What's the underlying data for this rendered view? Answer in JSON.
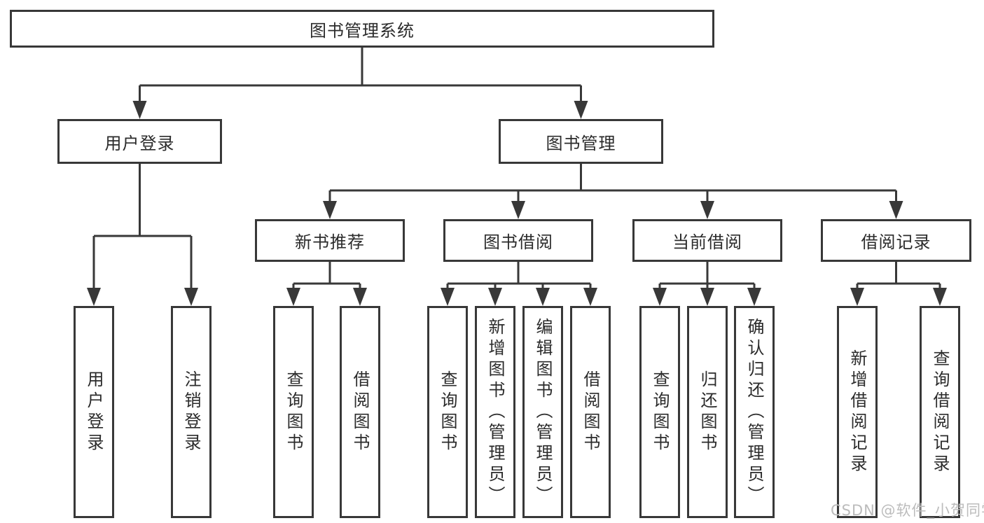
{
  "diagram": {
    "type": "tree",
    "root": {
      "label": "图书管理系统"
    },
    "branches": [
      {
        "label": "用户登录",
        "children": [
          {
            "label": "用户登录"
          },
          {
            "label": "注销登录"
          }
        ]
      },
      {
        "label": "图书管理",
        "children": [
          {
            "label": "新书推荐",
            "children": [
              {
                "label": "查询图书"
              },
              {
                "label": "借阅图书"
              }
            ]
          },
          {
            "label": "图书借阅",
            "children": [
              {
                "label": "查询图书"
              },
              {
                "label": "新增图书（管理员）"
              },
              {
                "label": "编辑图书（管理员）"
              },
              {
                "label": "借阅图书"
              }
            ]
          },
          {
            "label": "当前借阅",
            "children": [
              {
                "label": "查询图书"
              },
              {
                "label": "归还图书"
              },
              {
                "label": "确认归还（管理员）"
              }
            ]
          },
          {
            "label": "借阅记录",
            "children": [
              {
                "label": "新增借阅记录"
              },
              {
                "label": "查询借阅记录"
              }
            ]
          }
        ]
      }
    ]
  },
  "watermark": {
    "text": "CSDN @软件_小贺同学",
    "color": "#bcbcbc"
  },
  "colors": {
    "line": "#383838",
    "box_border": "#383838",
    "box_fill": "#ffffff",
    "text": "#2b2b2b",
    "background": "#ffffff"
  }
}
